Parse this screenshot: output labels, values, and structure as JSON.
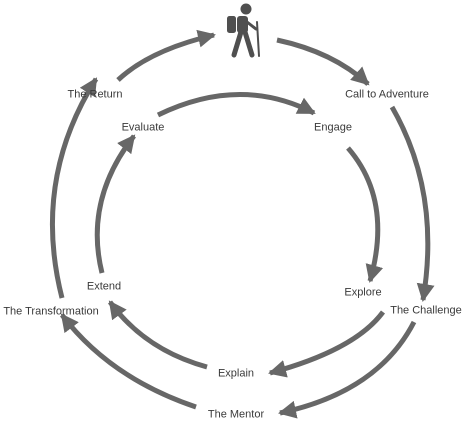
{
  "colors": {
    "arrow": "#676767",
    "text": "#3a3a3a",
    "icon": "#4f4f4f"
  },
  "icon": "hiker-icon",
  "outer_cycle": [
    "Call to Adventure",
    "The Challenge",
    "The Mentor",
    "The Transformation",
    "The Return"
  ],
  "inner_cycle": [
    "Engage",
    "Explore",
    "Explain",
    "Extend",
    "Evaluate"
  ]
}
